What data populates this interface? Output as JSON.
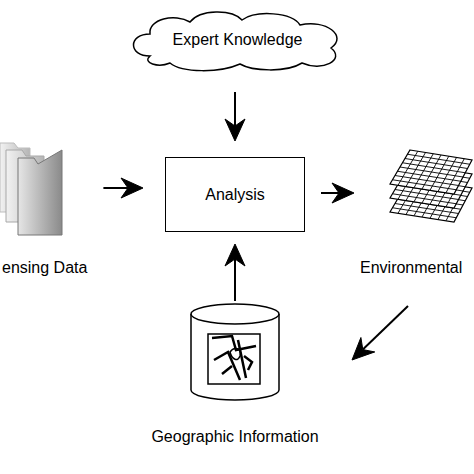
{
  "diagram": {
    "nodes": [
      {
        "text": [
          "Expert Knowledge"
        ]
      },
      {
        "text": [
          "ensing Data"
        ]
      },
      {
        "text": [
          "Analysis"
        ]
      },
      {
        "text": [
          "Environmental"
        ]
      },
      {
        "text": [
          "Geographic Information"
        ]
      }
    ],
    "edges": [
      {
        "from": 0,
        "to": 2,
        "arrow": "to"
      },
      {
        "from": 1,
        "to": 2,
        "arrow": "to"
      },
      {
        "from": 2,
        "to": 3,
        "arrow": "to"
      },
      {
        "from": 3,
        "to": 4,
        "arrow": "to"
      },
      {
        "from": 4,
        "to": 2,
        "arrow": "to"
      }
    ]
  }
}
